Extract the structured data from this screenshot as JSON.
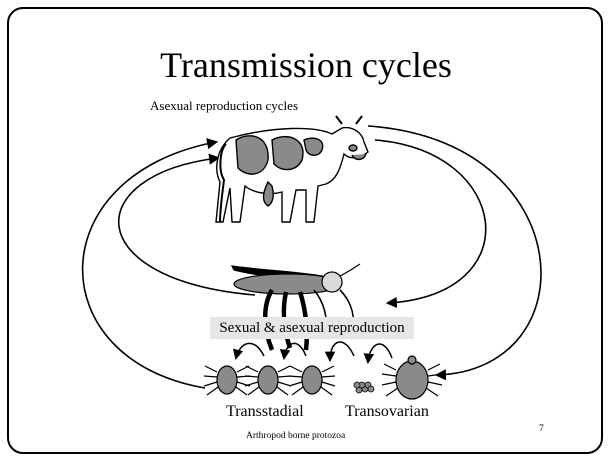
{
  "slide": {
    "title": "Transmission cycles",
    "subtitle": "Asexual reproduction cycles",
    "sexual_label": "Sexual & asexual reproduction",
    "stage_labels": [
      "Transstadial",
      "Transovarian"
    ],
    "footer": "Arthropod borne protozoa",
    "page_number": "7"
  },
  "icons": [
    "cow-icon",
    "fly-icon",
    "tick-icon",
    "tick-eggs-icon",
    "engorged-tick-icon"
  ]
}
